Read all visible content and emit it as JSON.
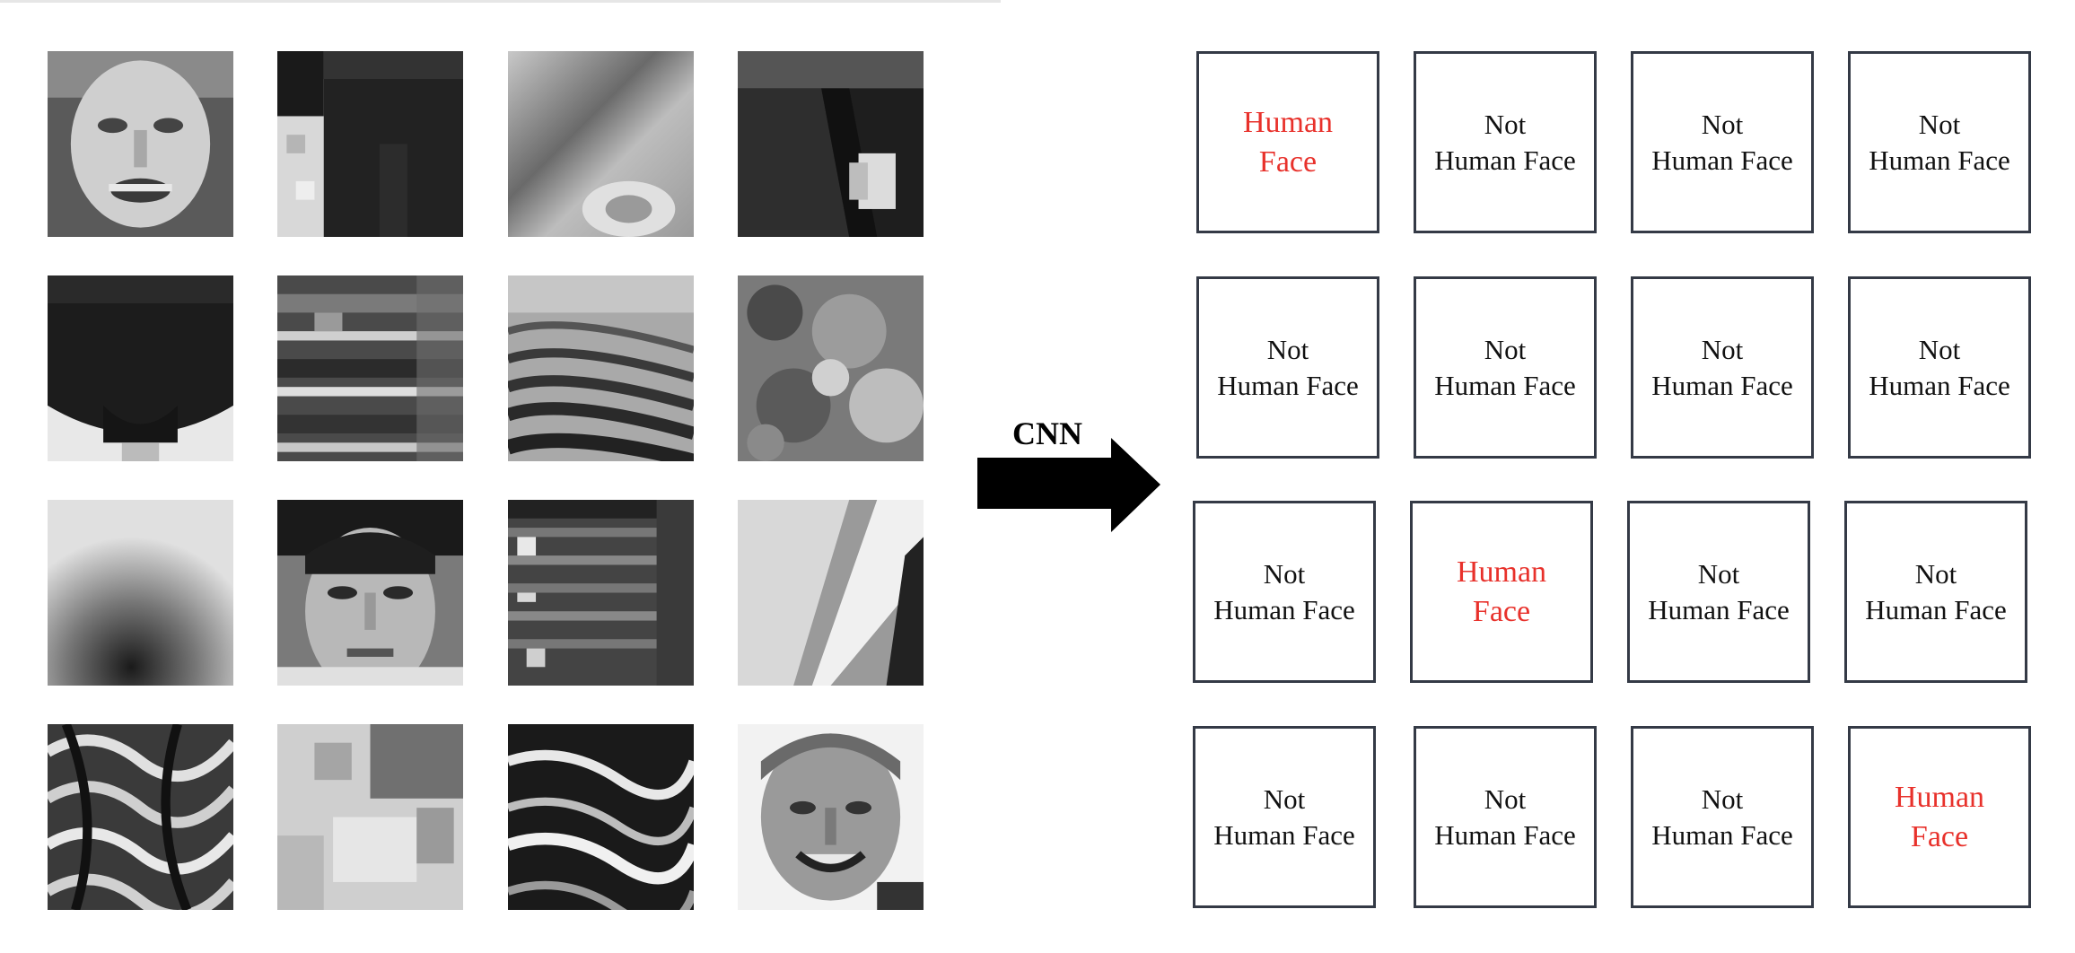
{
  "arrow": {
    "label": "CNN"
  },
  "input_images": [
    {
      "content": "face-1"
    },
    {
      "content": "dark-clothing"
    },
    {
      "content": "blurred-gray"
    },
    {
      "content": "dark-jacket"
    },
    {
      "content": "dark-cloth"
    },
    {
      "content": "stone-wall"
    },
    {
      "content": "sand-dunes"
    },
    {
      "content": "foliage"
    },
    {
      "content": "gradient-blur"
    },
    {
      "content": "face-2"
    },
    {
      "content": "shelves"
    },
    {
      "content": "light-blur"
    },
    {
      "content": "texture-stripes"
    },
    {
      "content": "light-scene"
    },
    {
      "content": "zebra-stripes"
    },
    {
      "content": "face-3"
    }
  ],
  "predictions": [
    {
      "line1": "Human",
      "line2": "Face",
      "is_face": true,
      "color": "#e8312b"
    },
    {
      "line1": "Not",
      "line2": "Human Face",
      "is_face": false
    },
    {
      "line1": "Not",
      "line2": "Human Face",
      "is_face": false
    },
    {
      "line1": "Not",
      "line2": "Human Face",
      "is_face": false
    },
    {
      "line1": "Not",
      "line2": "Human Face",
      "is_face": false
    },
    {
      "line1": "Not",
      "line2": "Human Face",
      "is_face": false
    },
    {
      "line1": "Not",
      "line2": "Human Face",
      "is_face": false
    },
    {
      "line1": "Not",
      "line2": "Human Face",
      "is_face": false
    },
    {
      "line1": "Not",
      "line2": "Human Face",
      "is_face": false
    },
    {
      "line1": "Human",
      "line2": "Face",
      "is_face": true,
      "color": "#e8312b"
    },
    {
      "line1": "Not",
      "line2": "Human Face",
      "is_face": false
    },
    {
      "line1": "Not",
      "line2": "Human Face",
      "is_face": false
    },
    {
      "line1": "Not",
      "line2": "Human Face",
      "is_face": false
    },
    {
      "line1": "Not",
      "line2": "Human Face",
      "is_face": false
    },
    {
      "line1": "Not",
      "line2": "Human Face",
      "is_face": false
    },
    {
      "line1": "Human",
      "line2": "Face",
      "is_face": true,
      "color": "#e8312b"
    }
  ]
}
